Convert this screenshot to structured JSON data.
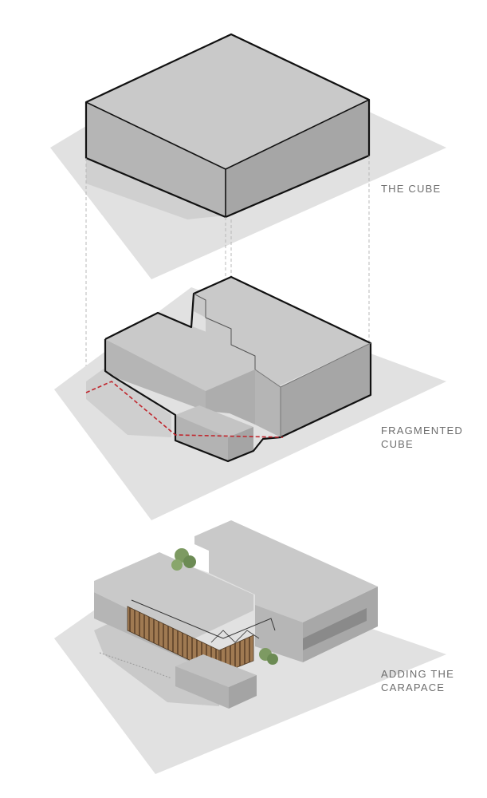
{
  "stages": [
    {
      "label": "THE CUBE"
    },
    {
      "label": "FRAGMENTED\nCUBE"
    },
    {
      "label": "ADDING THE\nCARAPACE"
    }
  ],
  "colors": {
    "ground_shadow": "#e1e1e1",
    "cast_shadow": "#cfcfcf",
    "concrete_top": "#c9c9c9",
    "concrete_left": "#b3b3b3",
    "concrete_right": "#a6a6a6",
    "outline": "#111111",
    "projection_line": "#b5b5b5",
    "footprint_dash": "#c0262d",
    "timber": "#9c7650",
    "foliage": "#7d9a62"
  },
  "icons": [
    "tree-icon",
    "timber-screen-icon"
  ]
}
